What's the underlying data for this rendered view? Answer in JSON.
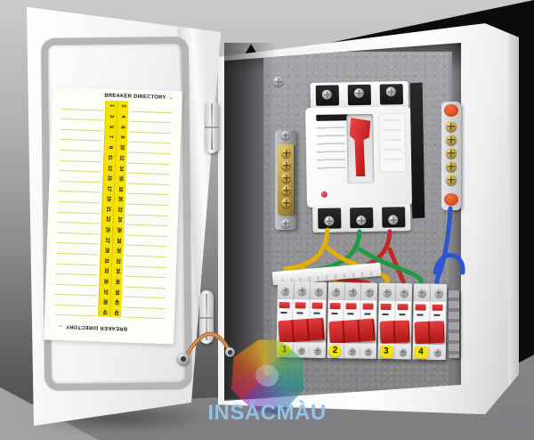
{
  "door_label": {
    "title": "BREAKER DIRECTORY",
    "arrow": "→",
    "footer_title": "BREAKER DIRECTORY",
    "footer_arrow": "→",
    "rows": [
      [
        "1",
        "2"
      ],
      [
        "3",
        "4"
      ],
      [
        "5",
        "6"
      ],
      [
        "7",
        "8"
      ],
      [
        "9",
        "10"
      ],
      [
        "11",
        "12"
      ],
      [
        "13",
        "14"
      ],
      [
        "15",
        "16"
      ],
      [
        "17",
        "18"
      ],
      [
        "19",
        "20"
      ],
      [
        "21",
        "22"
      ],
      [
        "23",
        "24"
      ],
      [
        "25",
        "26"
      ],
      [
        "27",
        "28"
      ],
      [
        "29",
        "30"
      ],
      [
        "31",
        "32"
      ],
      [
        "33",
        "34"
      ],
      [
        "35",
        "36"
      ],
      [
        "37",
        "38"
      ],
      [
        "39",
        "40"
      ],
      [
        "41",
        "42"
      ]
    ],
    "strip_color": "#f6e104",
    "line_color": "#d9db7c"
  },
  "panel": {
    "main_breaker": {
      "toggle_color": "#c11d1d",
      "indicator_color": "#b81616",
      "poles": 3
    },
    "branch_breakers": [
      {
        "label": "1",
        "poles": 3,
        "shape": "circle"
      },
      {
        "label": "2",
        "poles": 3,
        "shape": "circle"
      },
      {
        "label": "3",
        "poles": 2,
        "shape": "square"
      },
      {
        "label": "4",
        "poles": 2,
        "shape": "square"
      }
    ],
    "label_chip_color": "#f6e20a",
    "wire_colors": {
      "yellow": "#e2af08",
      "green": "#1f9a43",
      "red": "#c22828",
      "blue": "#2c55cf"
    }
  },
  "watermark": {
    "text": "INSẮCMÀU"
  }
}
